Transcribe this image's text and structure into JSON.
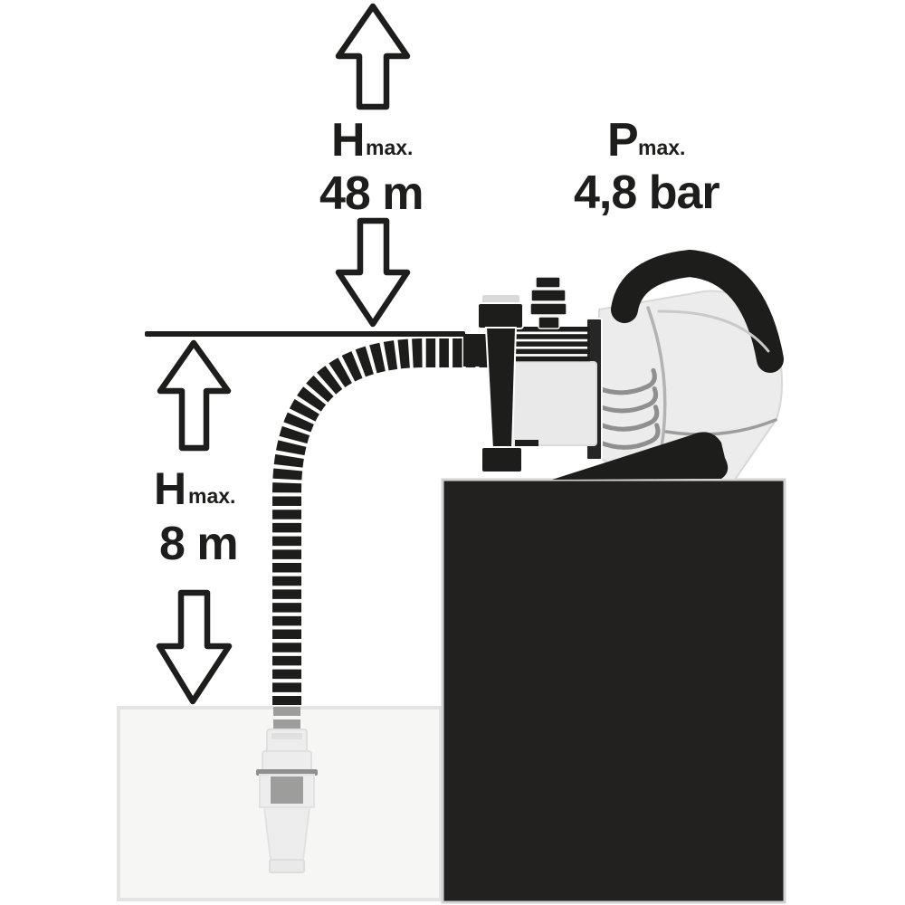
{
  "diagram": {
    "type": "pump-specification-diagram",
    "labels": {
      "head": {
        "symbol": "H",
        "subscript": "max.",
        "value": "48 m"
      },
      "pressure": {
        "symbol": "P",
        "subscript": "max.",
        "value": "4,8 bar"
      },
      "suction": {
        "symbol": "H",
        "subscript": "max.",
        "value": "8 m"
      }
    },
    "icons": [
      "up-arrow-icon",
      "down-arrow-icon",
      "up-arrow-small-icon",
      "down-arrow-small-icon",
      "pump-icon",
      "suction-hose-icon",
      "foot-valve-icon"
    ],
    "colors": {
      "ink": "#1d1d1b",
      "pump_body_light": "#ececec",
      "mid_gray": "#9d9d9c",
      "basin_fill": "#f6f6f5",
      "basin_border": "#e4e4e4",
      "pedestal_fill": "#22211f",
      "pedestal_border": "#d2d2d2",
      "background": "#ffffff"
    }
  }
}
